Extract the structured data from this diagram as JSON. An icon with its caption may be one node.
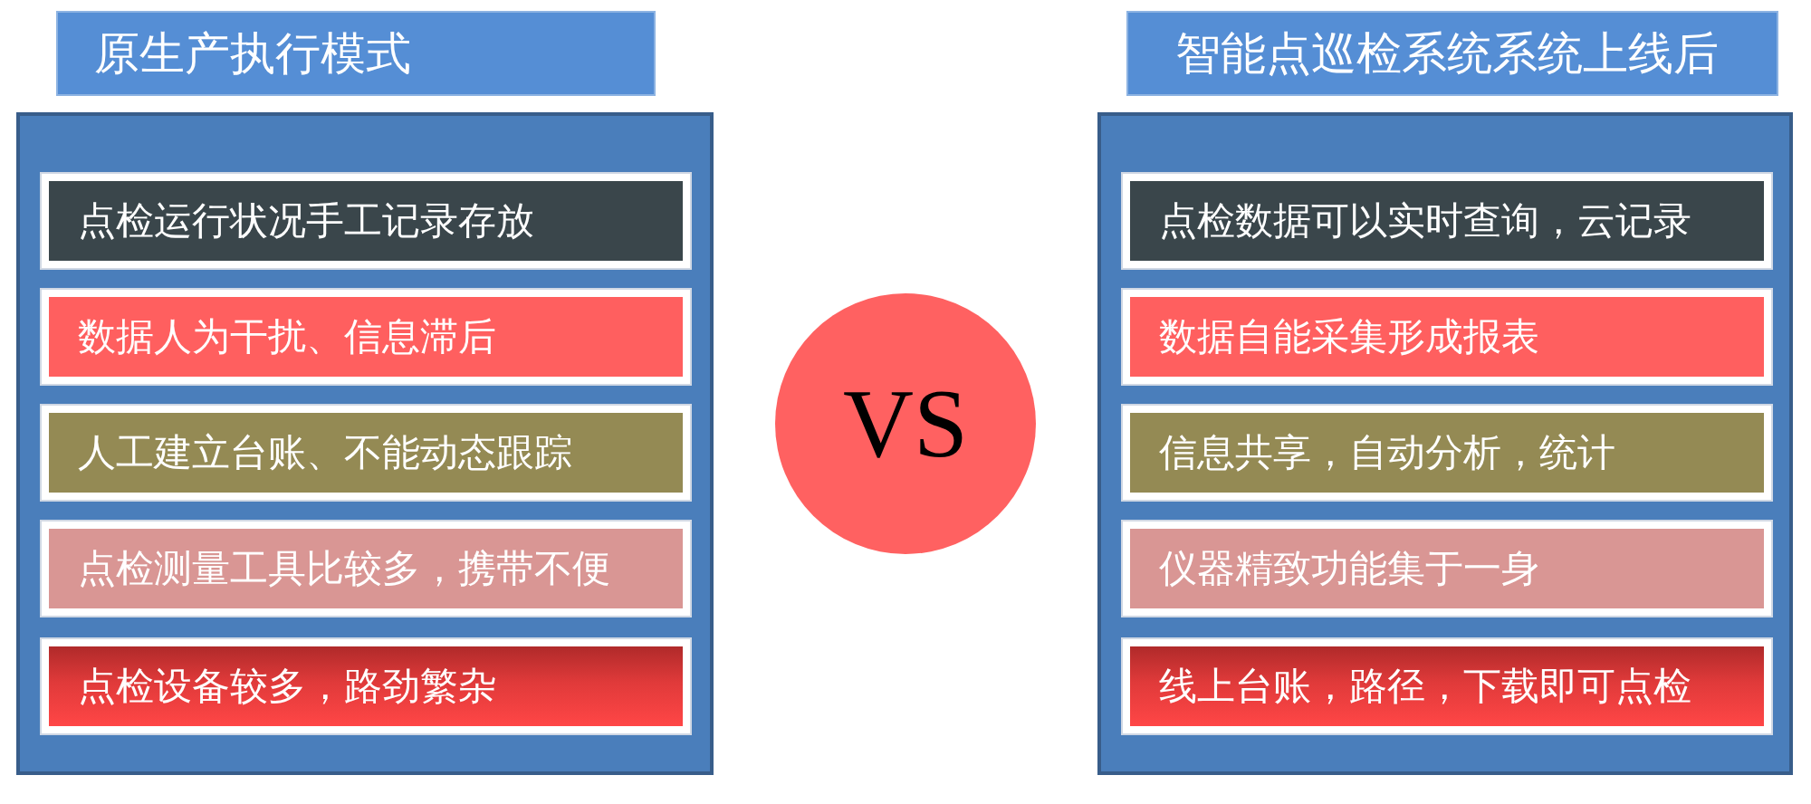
{
  "diagram": {
    "nodes": [
      {
        "text": [
          "原生产执行模式"
        ]
      },
      {
        "text": [],
        "shape": "box"
      },
      {
        "text": [
          "点检运行状况手工记录存放"
        ],
        "in": 1
      },
      {
        "text": [
          "数据人为干扰、信息滞后"
        ],
        "in": 1
      },
      {
        "text": [
          "人工建立台账、不能动态跟踪"
        ],
        "in": 1
      },
      {
        "text": [
          "点检测量工具比较多，携带不便"
        ],
        "in": 1
      },
      {
        "text": [
          "点检设备较多，路劲繁杂"
        ],
        "in": 1
      },
      {
        "text": [
          "VS"
        ]
      },
      {
        "text": [
          "智能点巡检系统系统上线后"
        ]
      },
      {
        "text": [],
        "shape": "box"
      },
      {
        "text": [
          "点检数据可以实时查询，云记录"
        ],
        "in": 9
      },
      {
        "text": [
          "数据自能采集形成报表"
        ],
        "in": 9
      },
      {
        "text": [
          "信息共享，自动分析，统计"
        ],
        "in": 9
      },
      {
        "text": [
          "仪器精致功能集于一身"
        ],
        "in": 9
      },
      {
        "text": [
          "线上台账，路径，下载即可点检"
        ],
        "in": 9
      }
    ],
    "edges": []
  }
}
